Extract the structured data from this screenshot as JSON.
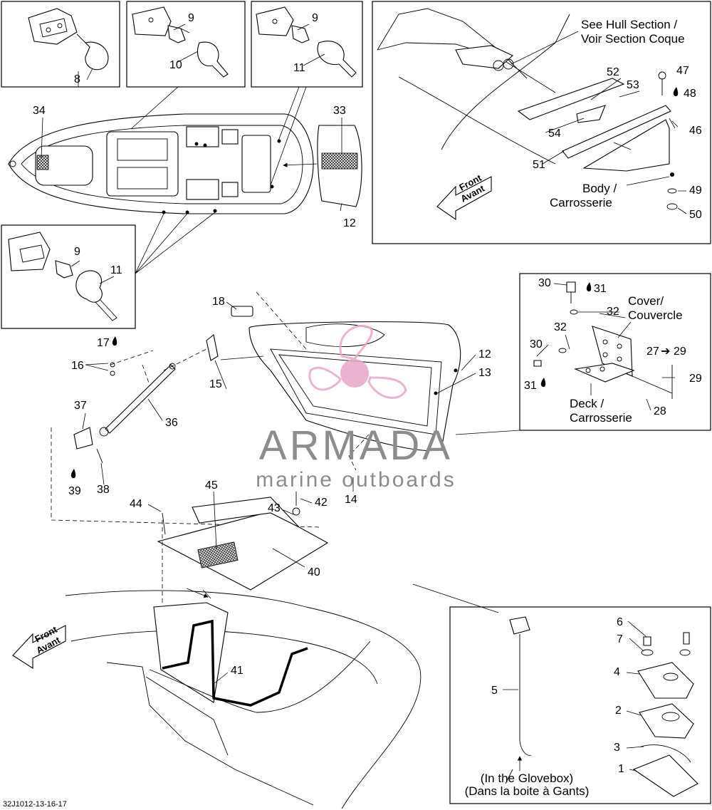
{
  "diagram_code": "32J1012-13-16-17",
  "watermark": {
    "brand": "ARMADA",
    "tagline": "marine outboards",
    "brand_color": "#8c8c8c",
    "logo_color": "#e8a6c8"
  },
  "notes": {
    "hull_section": [
      "See Hull Section /",
      "Voir Section Coque"
    ],
    "body": [
      "Body /",
      "Carrosserie"
    ],
    "cover": [
      "Cover/",
      "Couvercle"
    ],
    "deck": [
      "Deck /",
      "Carrosserie"
    ],
    "glovebox": [
      "(In the Glovebox)",
      "(Dans la boite à Gants)"
    ],
    "front": [
      "Front",
      "Avant"
    ]
  },
  "callouts": {
    "c1": "1",
    "c2": "2",
    "c3": "3",
    "c4": "4",
    "c5": "5",
    "c6": "6",
    "c7": "7",
    "c8": "8",
    "c9a": "9",
    "c9b": "9",
    "c9c": "9",
    "c10": "10",
    "c11a": "11",
    "c11b": "11",
    "c12a": "12",
    "c12b": "12",
    "c13": "13",
    "c14": "14",
    "c15": "15",
    "c16": "16",
    "c17": "17",
    "c18": "18",
    "c27": "27",
    "c27to": "29",
    "c28": "28",
    "c29": "29",
    "c30a": "30",
    "c30b": "30",
    "c31a": "31",
    "c31b": "31",
    "c32a": "32",
    "c32b": "32",
    "c33": "33",
    "c34": "34",
    "c36": "36",
    "c37": "37",
    "c38": "38",
    "c39": "39",
    "c40": "40",
    "c41": "41",
    "c42": "42",
    "c43": "43",
    "c44": "44",
    "c45": "45",
    "c46": "46",
    "c47": "47",
    "c48": "48",
    "c49": "49",
    "c50": "50",
    "c51": "51",
    "c52": "52",
    "c53": "53",
    "c54": "54"
  }
}
